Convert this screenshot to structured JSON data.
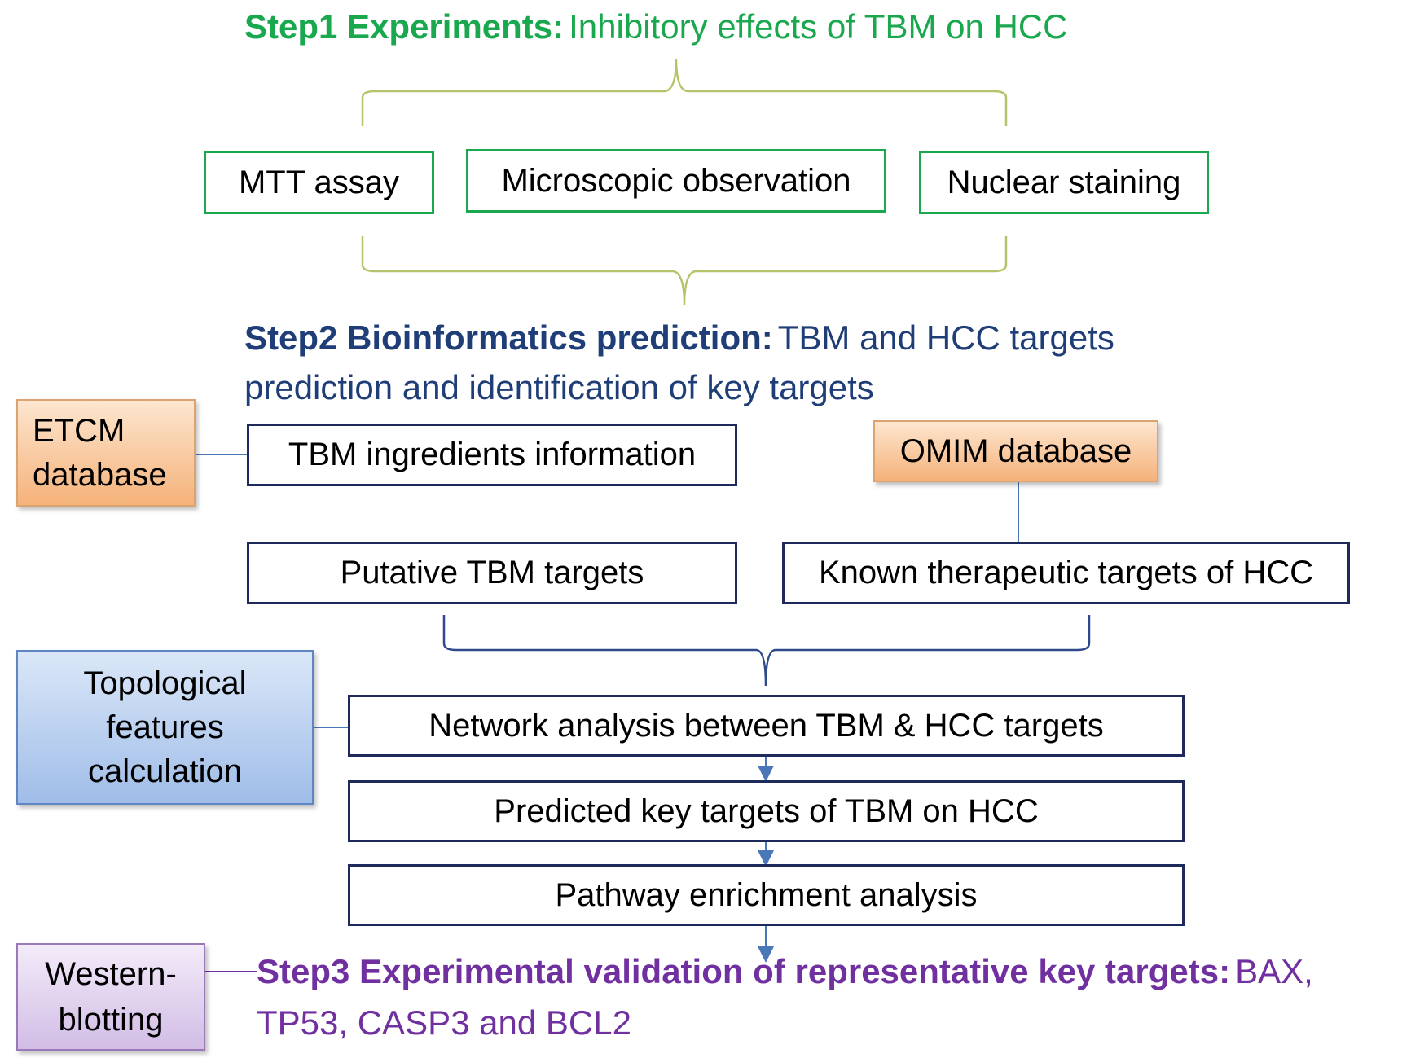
{
  "step1": {
    "label": "Step1  Experiments:",
    "text": "Inhibitory effects of TBM on HCC",
    "boxes": [
      "MTT assay",
      "Microscopic observation",
      "Nuclear staining"
    ]
  },
  "step2": {
    "label": "Step2  Bioinformatics prediction:",
    "text_line1": "TBM and HCC targets",
    "text_line2": "prediction and identification of key targets",
    "etcm": "ETCM database",
    "ingredients": "TBM ingredients information",
    "omim": "OMIM database",
    "putative": "Putative TBM targets",
    "known": "Known therapeutic targets of HCC",
    "topological": "Topological features calculation",
    "network": "Network analysis between TBM & HCC targets",
    "key_targets": "Predicted key targets of TBM on HCC",
    "pathway": "Pathway enrichment analysis"
  },
  "step3": {
    "label": "Step3  Experimental validation of representative key targets:",
    "text_line1": "BAX,",
    "text_line2": "TP53, CASP3 and BCL2",
    "western": "Western-blotting"
  },
  "colors": {
    "step1": "#1aa84f",
    "step2": "#1f3e78",
    "step3": "#7030a0",
    "brace1": "#b5c46a",
    "brace2": "#2e4a8c",
    "arrow": "#4a77b8"
  }
}
